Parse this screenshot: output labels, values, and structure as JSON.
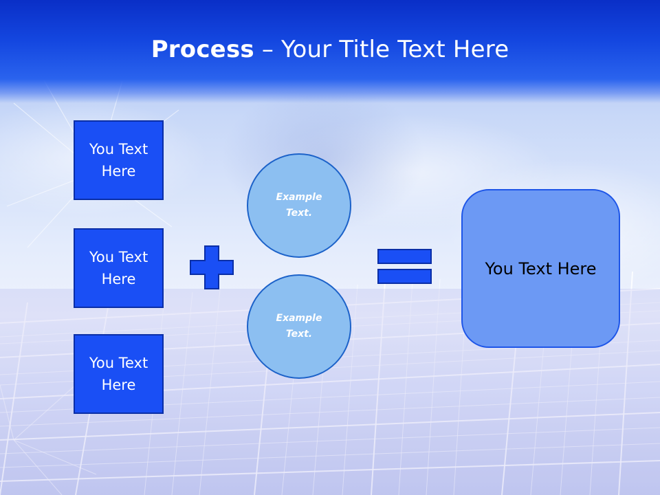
{
  "slide": {
    "title_bold": "Process",
    "title_rest": " – Your Title Text Here",
    "left_boxes": [
      {
        "label": "You Text\nHere"
      },
      {
        "label": "You Text\nHere"
      },
      {
        "label": "You Text\nHere"
      }
    ],
    "circles": [
      {
        "label": "Example\nText."
      },
      {
        "label": "Example\nText."
      }
    ],
    "result_label": "You Text Here"
  },
  "colors": {
    "title_band": "#1447e0",
    "box_fill": "#1a4ff5",
    "circle_fill": "#8cbff1",
    "result_fill": "#6c99f4"
  },
  "icons": {
    "plus": "plus-icon",
    "equals": "equals-icon"
  }
}
